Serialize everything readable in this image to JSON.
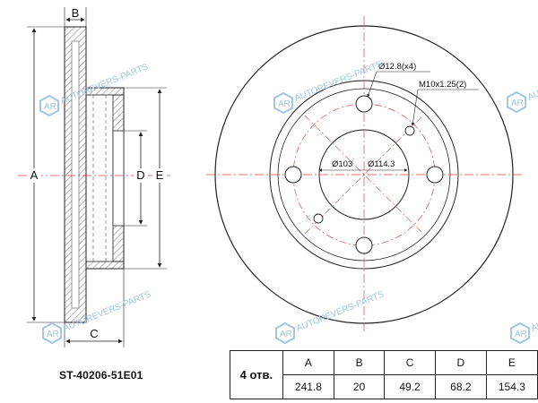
{
  "part_number": "ST-40206-51E01",
  "watermark": {
    "text": "AUTOREVERS-PARTS",
    "logo_text": "AR",
    "color": "#9fc6e2"
  },
  "side_view": {
    "labels": {
      "a": "A",
      "b": "B",
      "c": "C",
      "d": "D",
      "e": "E"
    }
  },
  "front_view": {
    "callouts": {
      "bolt_hole": "Ø12.8(x4)",
      "thread": "M10x1.25(2)",
      "center_bore": "Ø103",
      "pcd": "Ø114.3"
    }
  },
  "table": {
    "holes_label": "4 отв.",
    "headers": [
      "A",
      "B",
      "C",
      "D",
      "E"
    ],
    "values": [
      "241.8",
      "20",
      "49.2",
      "68.2",
      "154.3"
    ]
  },
  "colors": {
    "line": "#222222",
    "centerline": "#e04040",
    "hatch": "#555555"
  }
}
